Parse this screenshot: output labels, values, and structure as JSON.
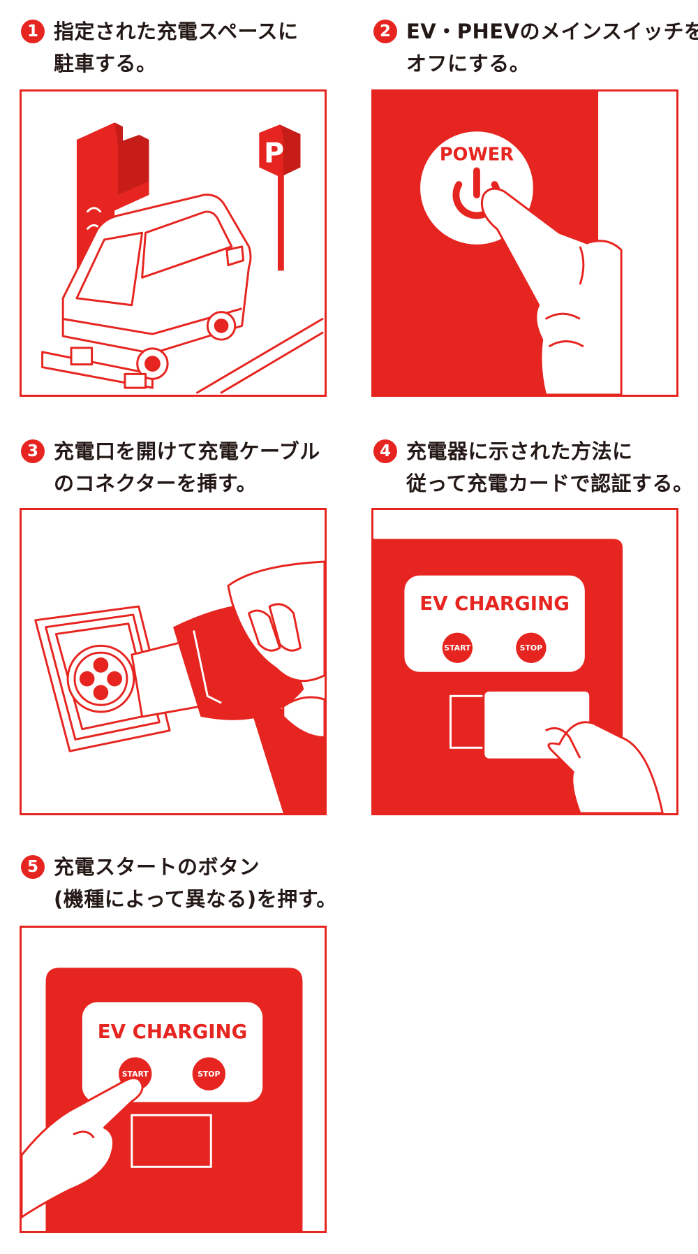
{
  "colors": {
    "accent": "#e62520",
    "text": "#231815",
    "background": "#ffffff"
  },
  "steps": [
    {
      "number": "1",
      "lines": [
        "指定された充電スペースに",
        "駐車する。"
      ],
      "illustration": "car-parking-at-charger",
      "labels": {
        "sign": "P"
      }
    },
    {
      "number": "2",
      "lines": [
        "EV・PHEVのメインスイッチを",
        "オフにする。"
      ],
      "illustration": "finger-pressing-power-button",
      "labels": {
        "button": "POWER"
      }
    },
    {
      "number": "3",
      "lines": [
        "充電口を開けて充電ケーブル",
        "のコネクターを挿す。"
      ],
      "illustration": "hand-plugging-connector"
    },
    {
      "number": "4",
      "lines": [
        "充電器に示された方法に",
        "従って充電カードで認証する。"
      ],
      "illustration": "hand-holding-card-at-reader",
      "labels": {
        "display": "EV CHARGING",
        "start": "START",
        "stop": "STOP"
      }
    },
    {
      "number": "5",
      "lines": [
        "充電スタートのボタン",
        "(機種によって異なる)を押す。"
      ],
      "illustration": "finger-pressing-start-button",
      "labels": {
        "display": "EV CHARGING",
        "start": "START",
        "stop": "STOP"
      }
    }
  ]
}
